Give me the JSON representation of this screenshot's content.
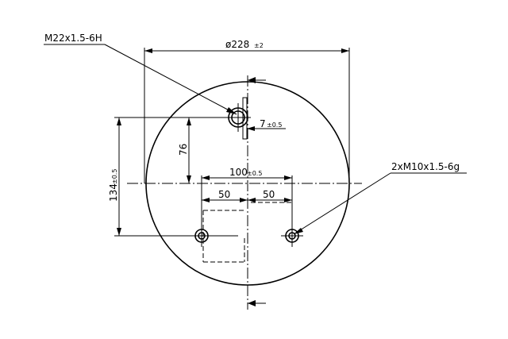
{
  "labels": {
    "thread_main": "M22x1.5-6H",
    "thread_bolts": "2xM10x1.5-6g"
  },
  "dimensions": {
    "diameter": {
      "value": "ø228",
      "tol": "±2"
    },
    "offset_small": {
      "value": "7",
      "tol": "±0.5"
    },
    "vertical_76": {
      "value": "76"
    },
    "vertical_134": {
      "value": "134",
      "tol": "±0.5"
    },
    "spacing_100": {
      "value": "100",
      "tol": "±0.5"
    },
    "half_left": {
      "value": "50"
    },
    "half_right": {
      "value": "50"
    }
  },
  "colors": {
    "line": "#000000",
    "background": "#ffffff"
  }
}
